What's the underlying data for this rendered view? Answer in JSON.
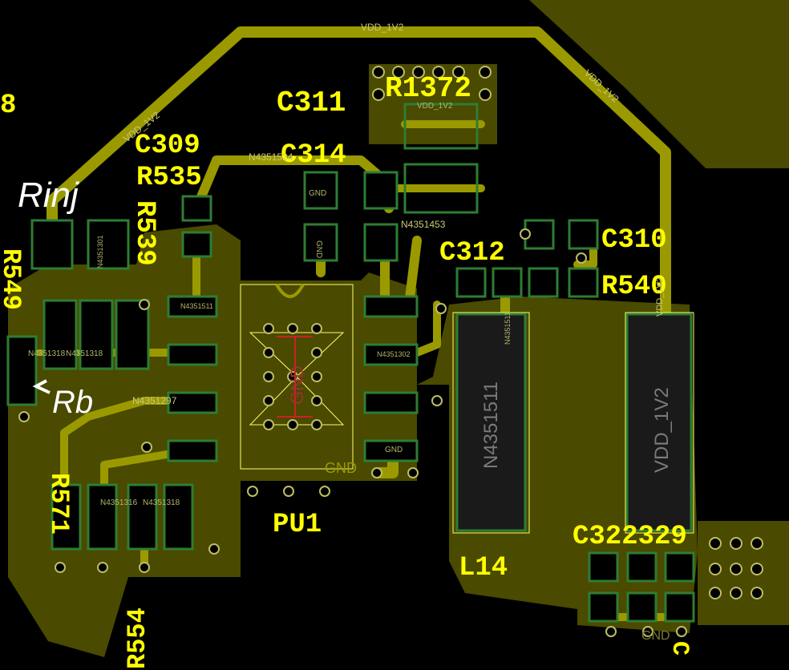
{
  "silkscreen": {
    "edge_label": "8",
    "c311": "C311",
    "r1372": "R1372",
    "c309": "C309",
    "c314": "C314",
    "r535": "R535",
    "r539": "R539",
    "r549": "R549",
    "c312": "C312",
    "c310": "C310",
    "r540": "R540",
    "pu1": "PU1",
    "l14": "L14",
    "c322_329": "C322329",
    "r571": "R571",
    "r554": "R554",
    "c_bottom": "C"
  },
  "annotations": {
    "rinj": "Rinj",
    "rb": "Rb"
  },
  "nets": {
    "vdd_top": "VDD_1V2",
    "vdd_left": "VDD_1V2",
    "vdd_right": "VDD_1V2",
    "vdd_right2": "VDD_1V2",
    "vdd_big": "VDD_1V2",
    "n_big": "N4351511",
    "n_l14": "N4351511",
    "n_top": "N4351524",
    "n_c314": "N4351453",
    "n_left1": "N4351318",
    "n_left2": "N4351318",
    "n_pu1": "N4351297",
    "n_bottom1": "N4351316",
    "n_bottom2": "N4351318",
    "n_r535": "N4351301",
    "n_pu1a": "N4351511",
    "n_pu1b": "N4351302",
    "gnd_center": "GND",
    "gnd_label": "GND",
    "gnd_pad": "GND",
    "gnd_c314a": "GND",
    "gnd_c314b": "GND",
    "gnd_bottom": "GND",
    "vdd_r1372": "VDD_1V2"
  },
  "colors": {
    "silkscreen": "#ffff00",
    "copper_pour": "#4a4a00",
    "trace": "#9a9a00",
    "pad_outline": "#2e7d32",
    "background": "#000000"
  }
}
